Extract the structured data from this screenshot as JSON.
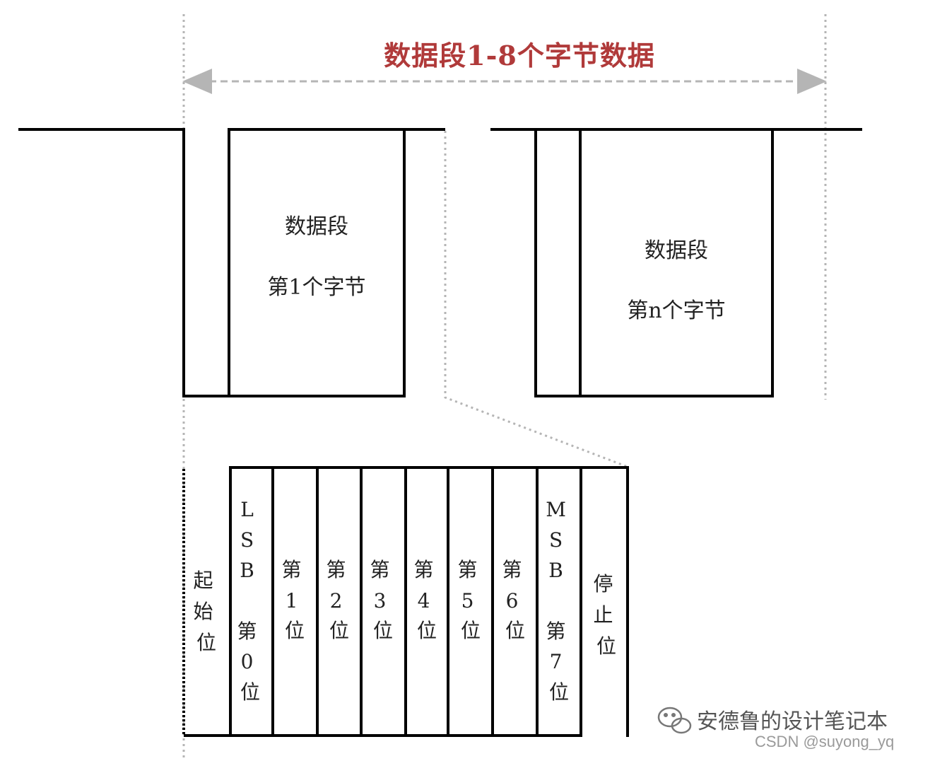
{
  "title": "数据段1-8个字节数据",
  "colors": {
    "title": "#b03a3a",
    "line": "#000000",
    "guide": "#b5b5b5",
    "text": "#222222"
  },
  "byte_boxes": [
    {
      "line1": "数据段",
      "line2": "第1个字节"
    },
    {
      "line1": "数据段",
      "line2": "第n个字节"
    }
  ],
  "bit_fields": [
    {
      "id": "start",
      "lines": [
        "起",
        "始",
        "位"
      ]
    },
    {
      "id": "bit0",
      "lines": [
        "L",
        "S",
        "B",
        "",
        "第",
        "0",
        "位"
      ]
    },
    {
      "id": "bit1",
      "lines": [
        "第",
        "1",
        "位"
      ]
    },
    {
      "id": "bit2",
      "lines": [
        "第",
        "2",
        "位"
      ]
    },
    {
      "id": "bit3",
      "lines": [
        "第",
        "3",
        "位"
      ]
    },
    {
      "id": "bit4",
      "lines": [
        "第",
        "4",
        "位"
      ]
    },
    {
      "id": "bit5",
      "lines": [
        "第",
        "5",
        "位"
      ]
    },
    {
      "id": "bit6",
      "lines": [
        "第",
        "6",
        "位"
      ]
    },
    {
      "id": "bit7",
      "lines": [
        "M",
        "S",
        "B",
        "",
        "第",
        "7",
        "位"
      ]
    },
    {
      "id": "stop",
      "lines": [
        "停",
        "止",
        "位"
      ]
    }
  ],
  "watermark": {
    "icon": "wechat-icon",
    "name": "安德鲁的设计笔记本",
    "source": "CSDN @suyong_yq"
  }
}
